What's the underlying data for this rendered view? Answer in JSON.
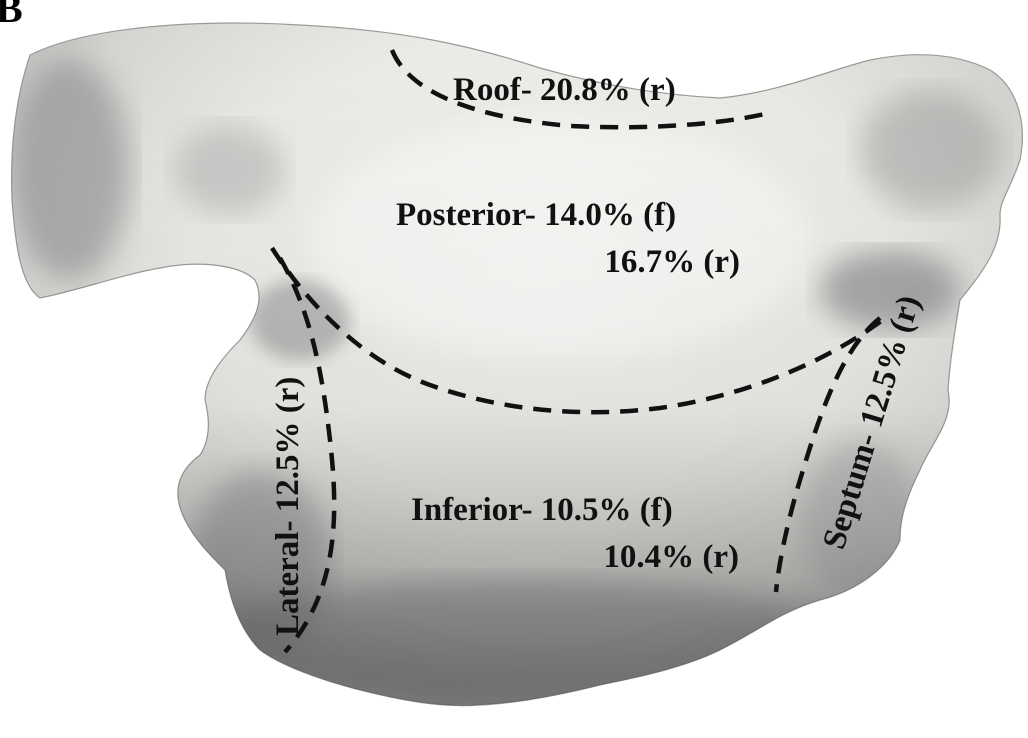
{
  "figure": {
    "panel_letter": "B",
    "colors": {
      "surface_light": "#eeeeea",
      "surface_mid": "#c8c8c6",
      "surface_dark": "#6e6e70",
      "boundary_line": "#111111",
      "text": "#111111"
    },
    "regions": {
      "roof": {
        "label": "Roof- 20.8% (r)"
      },
      "posterior": {
        "line1": "Posterior- 14.0% (f)",
        "line2": "16.7% (r)"
      },
      "inferior": {
        "line1": "Inferior- 10.5% (f)",
        "line2": "10.4% (r)"
      },
      "lateral": {
        "label": "Lateral- 12.5% (r)"
      },
      "septum": {
        "label": "Septum- 12.5% (r)"
      }
    }
  }
}
